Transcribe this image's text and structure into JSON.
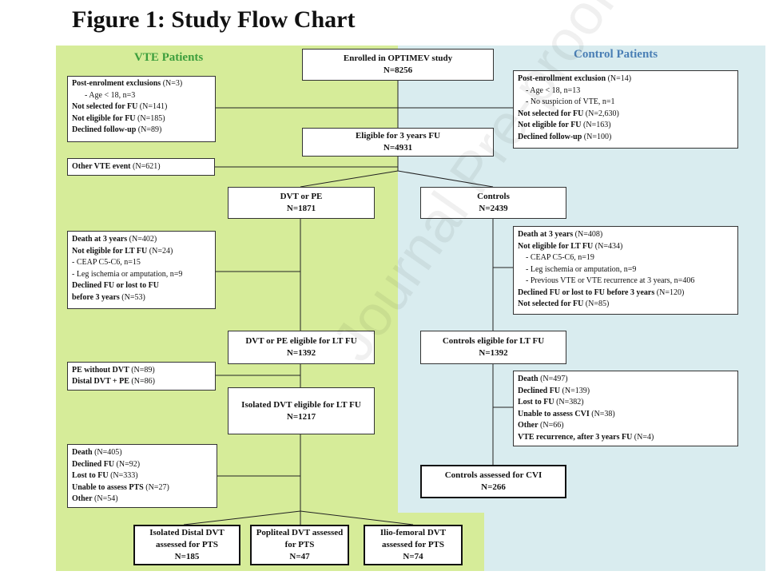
{
  "title": "Figure 1: Study Flow Chart",
  "watermark": "Journal Pre-proof",
  "vte": {
    "heading": "VTE Patients",
    "post_enrolment": {
      "head": "Post-enrolment exclusions",
      "count": " (N=3)",
      "items": [
        "- Age < 18, n=3"
      ]
    },
    "not_selected": {
      "head": "Not selected for FU",
      "count": " (N=141)"
    },
    "not_eligible": {
      "head": "Not eligible for FU",
      "count": " (N=185)"
    },
    "declined": {
      "head": "Declined follow-up",
      "count": " (N=89)"
    },
    "other_vte": {
      "head": "Other VTE event",
      "count": " (N=621)"
    },
    "death3": {
      "head": "Death at 3 years",
      "count": " (N=402)"
    },
    "not_eligible_lt": {
      "head": "Not eligible for LT FU",
      "count": " (N=24)"
    },
    "lt_items": [
      "- CEAP C5-C6, n=15",
      "- Leg ischemia or amputation, n=9"
    ],
    "declined_lost_a": "Declined FU or lost to FU",
    "declined_lost_b": "before 3 years",
    "declined_lost_count": " (N=53)",
    "pe_without": {
      "head": "PE without DVT",
      "count": " (N=89)"
    },
    "distal_pe": {
      "head": "Distal DVT + PE",
      "count": "  (N=86)"
    },
    "final_excl": [
      {
        "head": "Death",
        "count": " (N=405)"
      },
      {
        "head": "Declined FU",
        "count": " (N=92)"
      },
      {
        "head": "Lost to FU",
        "count": " (N=333)"
      },
      {
        "head": "Unable to assess PTS",
        "count": " (N=27)"
      },
      {
        "head": "Other",
        "count": " (N=54)"
      }
    ]
  },
  "controls": {
    "heading": "Control Patients",
    "post_enrolment": {
      "head": "Post-enrollment exclusion",
      "count": "  (N=14)",
      "items": [
        "- Age < 18, n=13",
        "- No suspicion of VTE, n=1"
      ]
    },
    "not_selected": {
      "head": "Not selected for FU",
      "count": " (N=2,630)"
    },
    "not_eligible": {
      "head": "Not eligible for FU",
      "count": " (N=163)"
    },
    "declined": {
      "head": "Declined follow-up",
      "count": " (N=100)"
    },
    "death3": {
      "head": "Death at 3 years",
      "count": " (N=408)"
    },
    "not_eligible_lt": {
      "head": "Not eligible for LT FU",
      "count": " (N=434)"
    },
    "lt_items": [
      "- CEAP C5-C6, n=19",
      "- Leg ischemia or amputation, n=9",
      "- Previous VTE or VTE recurrence at 3 years, n=406"
    ],
    "declined_lost": {
      "head": "Declined FU or lost to FU before 3 years",
      "count": " (N=120)"
    },
    "not_selected2": {
      "head": "Not selected for FU",
      "count": " (N=85)"
    },
    "final_excl": [
      {
        "head": "Death",
        "count": " (N=497)"
      },
      {
        "head": "Declined FU",
        "count": " (N=139)"
      },
      {
        "head": "Lost to FU",
        "count": " (N=382)"
      },
      {
        "head": "Unable to assess CVI",
        "count": " (N=38)"
      },
      {
        "head": "Other",
        "count": " (N=66)"
      },
      {
        "head": "VTE recurrence, after 3 years FU",
        "count": " (N=4)"
      }
    ]
  },
  "flow": {
    "enrolled": {
      "label": "Enrolled in OPTIMEV study",
      "n": "N=8256"
    },
    "eligible3": {
      "label": "Eligible for 3 years FU",
      "n": "N=4931"
    },
    "dvt_pe": {
      "label": "DVT or PE",
      "n": "N=1871"
    },
    "controls": {
      "label": "Controls",
      "n": "N=2439"
    },
    "dvt_pe_lt": {
      "label": "DVT or PE eligible for LT FU",
      "n": "N=1392"
    },
    "controls_lt": {
      "label": "Controls eligible for LT FU",
      "n": "N=1392"
    },
    "isolated_dvt": {
      "label": "Isolated DVT eligible for LT FU",
      "n": "N=1217"
    },
    "controls_cvi": {
      "label": "Controls assessed for CVI",
      "n": "N=266"
    },
    "outcomes": [
      {
        "label": "Isolated Distal DVT assessed for PTS",
        "n": "N=185"
      },
      {
        "label": "Popliteal DVT assessed for PTS",
        "n": "N=47"
      },
      {
        "label": "Ilio-femoral DVT assessed for PTS",
        "n": "N=74"
      }
    ]
  }
}
